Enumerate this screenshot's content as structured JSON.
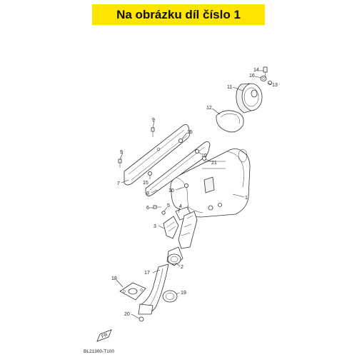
{
  "banner": {
    "text": "Na obrázku díl číslo 1",
    "color": "#ffe400"
  },
  "callouts": [
    {
      "id": "c14a",
      "text": "14"
    },
    {
      "id": "c16",
      "text": "16"
    },
    {
      "id": "c13",
      "text": "13"
    },
    {
      "id": "c11",
      "text": "11"
    },
    {
      "id": "c12",
      "text": "12"
    },
    {
      "id": "c9a",
      "text": "9"
    },
    {
      "id": "c15a",
      "text": "15"
    },
    {
      "id": "c9b",
      "text": "9"
    },
    {
      "id": "c10a",
      "text": "10"
    },
    {
      "id": "c21",
      "text": "21"
    },
    {
      "id": "c7",
      "text": "7"
    },
    {
      "id": "c15b",
      "text": "15"
    },
    {
      "id": "c8",
      "text": "8"
    },
    {
      "id": "c10b",
      "text": "10"
    },
    {
      "id": "c1",
      "text": "1"
    },
    {
      "id": "c6",
      "text": "6"
    },
    {
      "id": "c5",
      "text": "5"
    },
    {
      "id": "c4",
      "text": "4"
    },
    {
      "id": "c3",
      "text": "3"
    },
    {
      "id": "c2",
      "text": "2"
    },
    {
      "id": "c17",
      "text": "17"
    },
    {
      "id": "c18",
      "text": "18"
    },
    {
      "id": "c19",
      "text": "19"
    },
    {
      "id": "c20",
      "text": "20"
    }
  ],
  "fr_mark": "FR",
  "diagram_code": "BL21300-T100"
}
